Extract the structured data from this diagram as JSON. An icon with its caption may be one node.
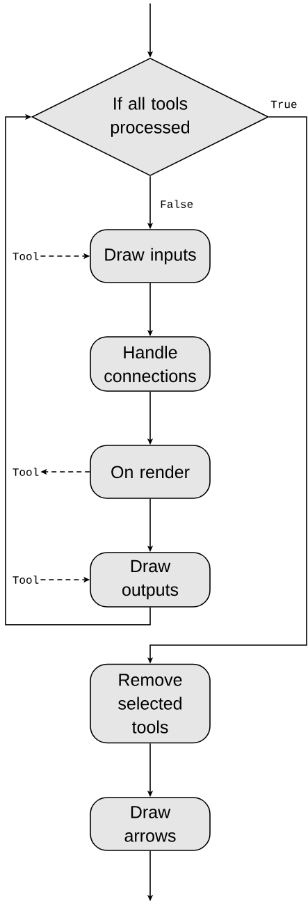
{
  "diagram": {
    "nodes": [
      {
        "text": [
          "If all tools processed"
        ]
      },
      {
        "text": [
          "Draw inputs"
        ]
      },
      {
        "text": [
          "Handle connections"
        ]
      },
      {
        "text": [
          "On render"
        ]
      },
      {
        "text": [
          "Draw outputs"
        ]
      },
      {
        "text": [
          "Remove selected tools"
        ]
      },
      {
        "text": [
          "Draw arrows"
        ]
      },
      {
        "text": [
          "Tool"
        ]
      },
      {
        "text": [
          "Tool"
        ]
      },
      {
        "text": [
          "Tool"
        ]
      }
    ],
    "edges": [
      {
        "from": null,
        "to": 0,
        "arrow": "to"
      },
      {
        "from": 0,
        "to": 1,
        "arrow": "to",
        "label": "False"
      },
      {
        "from": 1,
        "to": 2,
        "arrow": "to"
      },
      {
        "from": 2,
        "to": 3,
        "arrow": "to"
      },
      {
        "from": 3,
        "to": 4,
        "arrow": "to"
      },
      {
        "from": 4,
        "to": 0,
        "arrow": "to"
      },
      {
        "from": 0,
        "to": 5,
        "arrow": "to",
        "label": "True"
      },
      {
        "from": 5,
        "to": 6,
        "arrow": "to"
      },
      {
        "from": 6,
        "to": null,
        "arrow": "to"
      },
      {
        "from": 7,
        "to": 1,
        "arrow": "to",
        "style": "dashed"
      },
      {
        "from": 3,
        "to": 8,
        "arrow": "to",
        "style": "dashed"
      },
      {
        "from": 9,
        "to": 4,
        "arrow": "to",
        "style": "dashed"
      }
    ]
  }
}
